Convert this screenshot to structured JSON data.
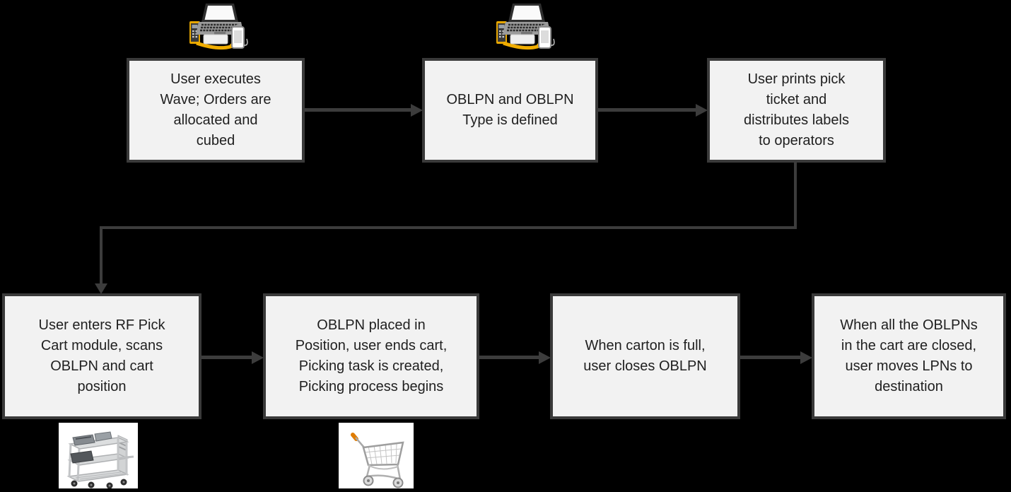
{
  "colors": {
    "background": "#000000",
    "box_fill": "#f2f2f2",
    "box_border": "#3a3a3a",
    "arrow_color": "#3c3c3c",
    "text_color": "#1f1f1f",
    "accent_yellow": "#f0ad00",
    "cart_handle_orange": "#e07c00"
  },
  "flowchart": {
    "nodes": [
      {
        "id": "execute-wave",
        "label": "User executes\nWave; Orders are\nallocated and\ncubed"
      },
      {
        "id": "define-oblpn",
        "label": "OBLPN and OBLPN\nType is defined"
      },
      {
        "id": "print-pick-ticket",
        "label": "User prints pick\nticket and\ndistributes labels\nto operators"
      },
      {
        "id": "rf-pick-cart",
        "label": "User enters RF Pick\nCart module, scans\nOBLPN and cart\nposition"
      },
      {
        "id": "oblpn-placed",
        "label": "OBLPN placed in\nPosition, user ends cart,\nPicking task is created,\nPicking process begins"
      },
      {
        "id": "close-oblpn",
        "label": "When carton is full,\nuser closes OBLPN"
      },
      {
        "id": "move-lpns",
        "label": "When all the OBLPNs\nin the cart are closed,\nuser moves LPNs to\ndestination"
      }
    ],
    "connectors": [
      {
        "from": "execute-wave",
        "to": "define-oblpn",
        "type": "arrow-right"
      },
      {
        "from": "define-oblpn",
        "to": "print-pick-ticket",
        "type": "arrow-right"
      },
      {
        "from": "print-pick-ticket",
        "to": "rf-pick-cart",
        "type": "elbow-down-left-down"
      },
      {
        "from": "rf-pick-cart",
        "to": "oblpn-placed",
        "type": "arrow-right"
      },
      {
        "from": "oblpn-placed",
        "to": "close-oblpn",
        "type": "arrow-right"
      },
      {
        "from": "close-oblpn",
        "to": "move-lpns",
        "type": "arrow-right"
      }
    ],
    "icons": [
      {
        "name": "laptop-workstation-icon",
        "attached_to": "execute-wave"
      },
      {
        "name": "laptop-workstation-icon",
        "attached_to": "define-oblpn"
      },
      {
        "name": "pick-cart-photo",
        "attached_to": "rf-pick-cart"
      },
      {
        "name": "shopping-cart-photo",
        "attached_to": "oblpn-placed"
      }
    ]
  }
}
